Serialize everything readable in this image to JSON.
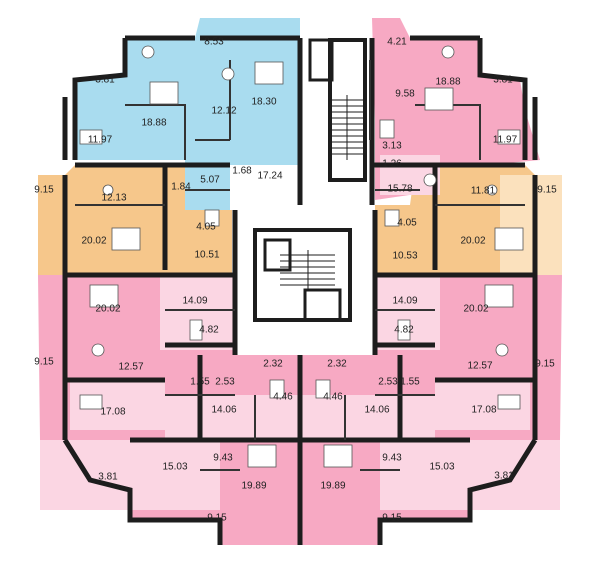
{
  "colors": {
    "blue": "#a9dcef",
    "pink": "#f7a9c3",
    "pink_light": "#fbd6e3",
    "orange": "#f6c78b",
    "orange_light": "#fbe1bd",
    "core": "#ffffff",
    "wall": "#1d1d1d"
  },
  "areas": {
    "b_balcony_top": "8.53",
    "b_balcony_left": "3.81",
    "b_bedroom_big": "18.88",
    "b_bath": "12.12",
    "b_bedroom_right": "18.30",
    "b_room_left": "11.97",
    "b_kitchen": "17.24",
    "b_hall": "5.07",
    "b_wc": "1.68",
    "tr_balcony_top": "4.21",
    "tr_bedroom_big": "18.88",
    "tr_balcony_right": "3.81",
    "tr_room_small": "9.58",
    "tr_room_right": "11.97",
    "tr_bath": "3.13",
    "tr_wc": "1.26",
    "tr_kitchen": "15.78",
    "ol_balcony": "9.15",
    "ol_kitchen": "12.13",
    "ol_wc": "1.84",
    "ol_room": "20.02",
    "ol_bath": "4.05",
    "ol_hall": "10.51",
    "or_kitchen": "11.81",
    "or_balcony": "9.15",
    "or_bath": "4.05",
    "or_hall": "10.53",
    "or_room": "20.02",
    "l_hall": "14.09",
    "l_room": "20.02",
    "l_bath": "4.82",
    "l_balcony": "9.15",
    "l_kitchen": "12.57",
    "l_wc": "1.55",
    "l_wc2": "2.53",
    "l_room2": "17.08",
    "r_hall": "14.09",
    "r_room": "20.02",
    "r_bath": "4.82",
    "r_balcony": "9.15",
    "r_kitchen": "12.57",
    "r_wc": "1.55",
    "r_wc2": "2.53",
    "r_room2": "17.08",
    "bl_wc": "2.32",
    "bl_bath": "4.46",
    "bl_hall": "14.06",
    "bl_bath2": "9.43",
    "bl_kitchen": "15.03",
    "bl_balcony": "3.81",
    "bl_room": "19.89",
    "bl_balcony2": "9.15",
    "br_wc": "2.32",
    "br_bath": "4.46",
    "br_hall": "14.06",
    "br_bath2": "9.43",
    "br_kitchen": "15.03",
    "br_balcony": "3.81",
    "br_room": "19.89",
    "br_balcony2": "9.15"
  }
}
